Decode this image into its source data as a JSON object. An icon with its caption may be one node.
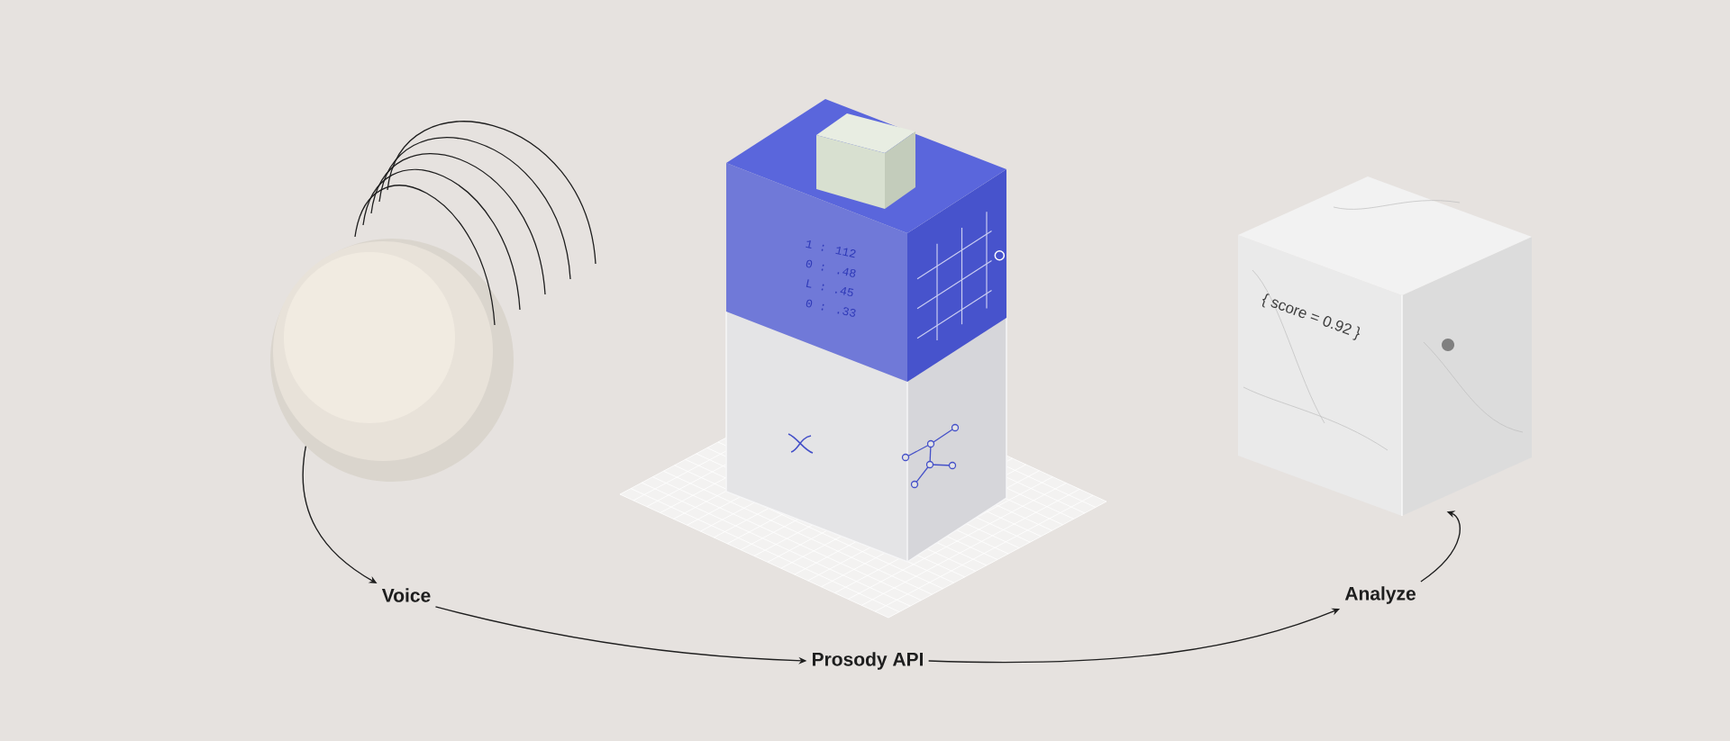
{
  "diagram": {
    "nodes": [
      {
        "text": [],
        "shape": "circle"
      },
      {
        "text": [
          "1 : 112",
          "0 : .48",
          "L : .45",
          "0 : .33"
        ]
      },
      {
        "text": [
          "{ score = 0.92 }"
        ]
      },
      {
        "text": [
          "Voice"
        ]
      },
      {
        "text": [
          "Prosody API"
        ]
      },
      {
        "text": [
          "Analyze"
        ]
      }
    ],
    "edges": [
      {
        "from": 0,
        "to": 3,
        "arrow": "to"
      },
      {
        "from": 3,
        "to": 4,
        "arrow": "to"
      },
      {
        "from": 4,
        "to": 5,
        "arrow": "to"
      },
      {
        "from": 5,
        "to": 2,
        "arrow": "to"
      }
    ]
  }
}
